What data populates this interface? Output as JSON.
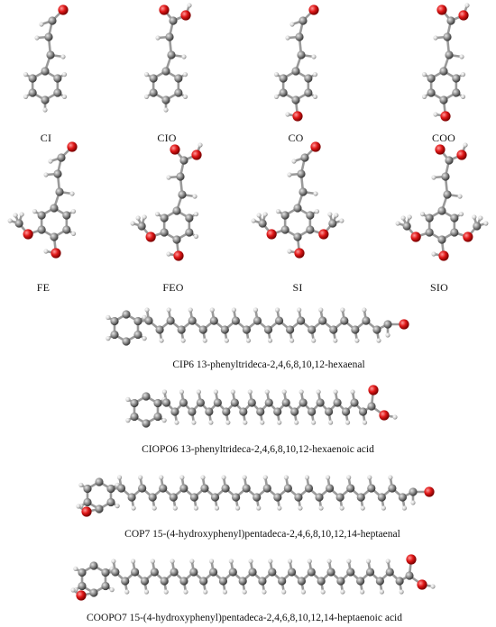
{
  "figure": {
    "molecules": [
      {
        "id": "CI",
        "label": "CI"
      },
      {
        "id": "CIO",
        "label": "CIO"
      },
      {
        "id": "CO",
        "label": "CO"
      },
      {
        "id": "COO",
        "label": "COO"
      },
      {
        "id": "FE",
        "label": "FE"
      },
      {
        "id": "FEO",
        "label": "FEO"
      },
      {
        "id": "SI",
        "label": "SI"
      },
      {
        "id": "SIO",
        "label": "SIO"
      },
      {
        "id": "CIP6",
        "label": "CIP6 13-phenyltrideca-2,4,6,8,10,12-hexaenal"
      },
      {
        "id": "CIOPO6",
        "label": "CIOPO6 13-phenyltrideca-2,4,6,8,10,12-hexaenoic acid"
      },
      {
        "id": "COP7",
        "label": "COP7 15-(4-hydroxyphenyl)pentadeca-2,4,6,8,10,12,14-heptaenal"
      },
      {
        "id": "COOPO7",
        "label": "COOPO7 15-(4-hydroxyphenyl)pentadeca-2,4,6,8,10,12,14-heptaenoic acid"
      }
    ],
    "atom_colors": {
      "carbon": "#7a7a7a",
      "hydrogen": "#d9d9d9",
      "oxygen": "#d11a1a",
      "bond": "#9a9a9a"
    }
  }
}
